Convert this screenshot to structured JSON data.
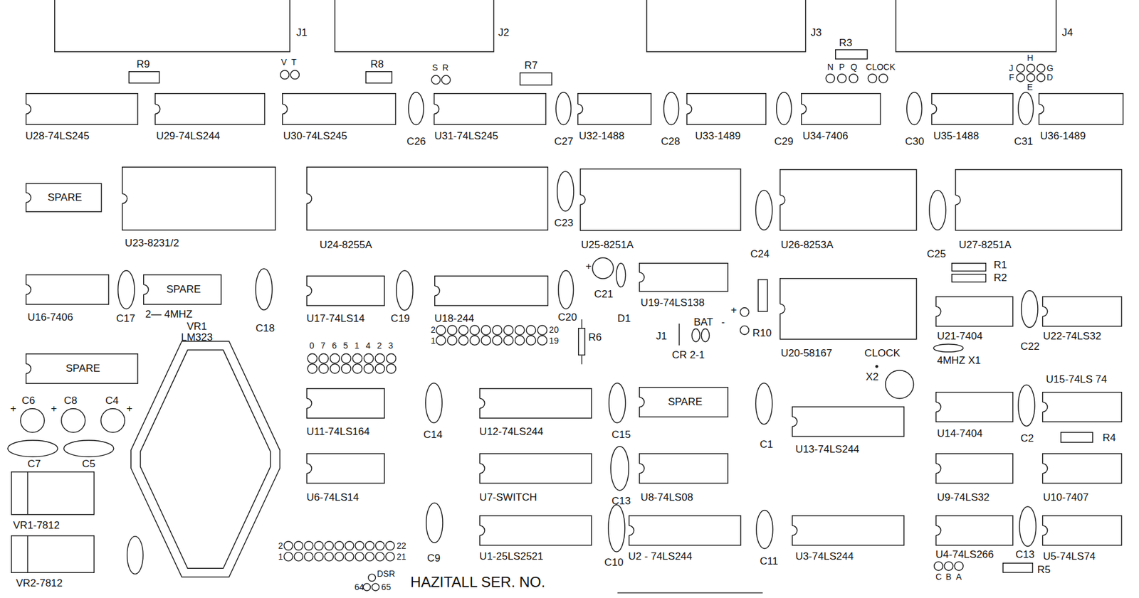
{
  "diagram": {
    "nodes": [
      {
        "text": [
          "J1"
        ]
      },
      {
        "text": [
          "J2"
        ]
      },
      {
        "text": [
          "J3"
        ]
      },
      {
        "text": [
          "J4"
        ]
      },
      {
        "text": [
          "R3"
        ]
      },
      {
        "text": [
          "R9"
        ]
      },
      {
        "text": [
          "R8"
        ]
      },
      {
        "text": [
          "R7"
        ]
      },
      {
        "text": [
          "U28-74LS245"
        ]
      },
      {
        "text": [
          "U29-74LS244"
        ]
      },
      {
        "text": [
          "U30-74LS245"
        ]
      },
      {
        "text": [
          "C26"
        ]
      },
      {
        "text": [
          "U31-74LS245"
        ]
      },
      {
        "text": [
          "C27"
        ]
      },
      {
        "text": [
          "U32-1488"
        ]
      },
      {
        "text": [
          "C28"
        ]
      },
      {
        "text": [
          "U33-1489"
        ]
      },
      {
        "text": [
          "C29"
        ]
      },
      {
        "text": [
          "U34-7406"
        ]
      },
      {
        "text": [
          "C30"
        ]
      },
      {
        "text": [
          "U35-1488"
        ]
      },
      {
        "text": [
          "C31"
        ]
      },
      {
        "text": [
          "U36-1489"
        ]
      },
      {
        "text": [
          "SPARE"
        ]
      },
      {
        "text": [
          "U23-8231/2"
        ]
      },
      {
        "text": [
          "U24-8255A"
        ]
      },
      {
        "text": [
          "C23"
        ]
      },
      {
        "text": [
          "U25-8251A"
        ]
      },
      {
        "text": [
          "C24"
        ]
      },
      {
        "text": [
          "U26-8253A"
        ]
      },
      {
        "text": [
          "C25"
        ]
      },
      {
        "text": [
          "U27-8251A"
        ]
      },
      {
        "text": [
          "U16-7406"
        ]
      },
      {
        "text": [
          "C17"
        ]
      },
      {
        "text": [
          "SPARE",
          "2— 4MHZ"
        ]
      },
      {
        "text": [
          "C18"
        ]
      },
      {
        "text": [
          "U17-74LS14"
        ]
      },
      {
        "text": [
          "C19"
        ]
      },
      {
        "text": [
          "U18-244"
        ]
      },
      {
        "text": [
          "C20"
        ]
      },
      {
        "text": [
          "C21"
        ]
      },
      {
        "text": [
          "D1"
        ]
      },
      {
        "text": [
          "U19-74LS138"
        ]
      },
      {
        "text": [
          "R6"
        ]
      },
      {
        "text": [
          "R10"
        ]
      },
      {
        "text": [
          "U20-58167",
          "CLOCK"
        ]
      },
      {
        "text": [
          "X2"
        ]
      },
      {
        "text": [
          "R1"
        ]
      },
      {
        "text": [
          "R2"
        ]
      },
      {
        "text": [
          "U21-7404"
        ]
      },
      {
        "text": [
          "C22"
        ]
      },
      {
        "text": [
          "U22-74LS32"
        ]
      },
      {
        "text": [
          "4MHZ X1"
        ]
      },
      {
        "text": [
          "VR1 LM323"
        ]
      },
      {
        "text": [
          "SPARE"
        ]
      },
      {
        "text": [
          "C6"
        ]
      },
      {
        "text": [
          "C8"
        ]
      },
      {
        "text": [
          "C4"
        ]
      },
      {
        "text": [
          "C7"
        ]
      },
      {
        "text": [
          "C5"
        ]
      },
      {
        "text": [
          "U11-74LS164"
        ]
      },
      {
        "text": [
          "C14"
        ]
      },
      {
        "text": [
          "U12-74LS244"
        ]
      },
      {
        "text": [
          "C15"
        ]
      },
      {
        "text": [
          "SPARE"
        ]
      },
      {
        "text": [
          "C1"
        ]
      },
      {
        "text": [
          "U13-74LS244"
        ]
      },
      {
        "text": [
          "U14-7404"
        ]
      },
      {
        "text": [
          "C2"
        ]
      },
      {
        "text": [
          "U15-74LS 74"
        ]
      },
      {
        "text": [
          "R4"
        ]
      },
      {
        "text": [
          "VR1-7812"
        ]
      },
      {
        "text": [
          "U6-74LS14"
        ]
      },
      {
        "text": [
          "U7-SWITCH"
        ]
      },
      {
        "text": [
          "C13"
        ]
      },
      {
        "text": [
          "U8-74LS08"
        ]
      },
      {
        "text": [
          "U9-74LS32"
        ]
      },
      {
        "text": [
          "U10-7407"
        ]
      },
      {
        "text": [
          "VR2-7812"
        ]
      },
      {
        "text": [
          "C9"
        ]
      },
      {
        "text": [
          "U1-25LS2521"
        ]
      },
      {
        "text": [
          "C10"
        ]
      },
      {
        "text": [
          "U2 - 74LS244"
        ]
      },
      {
        "text": [
          "C11"
        ]
      },
      {
        "text": [
          "U3-74LS244"
        ]
      },
      {
        "text": [
          "U4-74LS266"
        ]
      },
      {
        "text": [
          "C13"
        ]
      },
      {
        "text": [
          "U5-74LS74"
        ]
      },
      {
        "text": [
          "R5"
        ]
      }
    ],
    "labels": [
      "H",
      "V",
      "T",
      "S",
      "R",
      "N",
      "P",
      "Q",
      "CLOCK",
      "J",
      "G",
      "F",
      "D",
      "E",
      "+",
      "+",
      "BAT",
      "-",
      "2",
      "20",
      "1",
      "19",
      "J1",
      "CR 2-1",
      "0",
      "7",
      "6",
      "5",
      "1",
      "4",
      "2",
      "3",
      "+",
      "+",
      "+",
      "2",
      "22",
      "1",
      "21",
      "C",
      "B",
      "A",
      "DSR",
      "64",
      "65",
      "HAZITALL SER. NO."
    ]
  }
}
